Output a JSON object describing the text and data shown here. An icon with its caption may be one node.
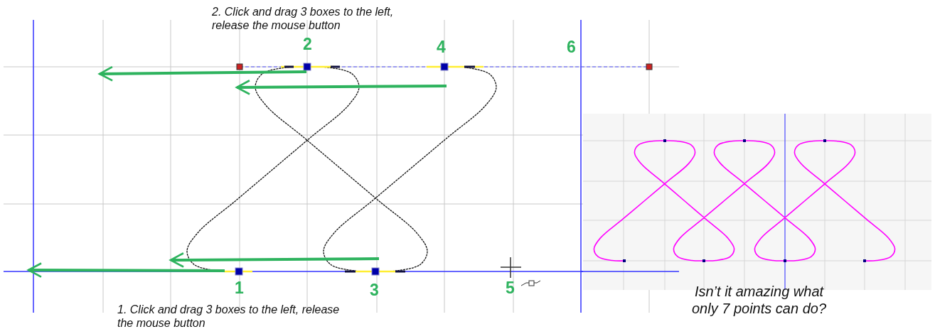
{
  "diagram": {
    "labels": [
      "2. Click and drag 3 boxes to the left, release the mouse button",
      "2",
      "4",
      "6",
      "1",
      "3",
      "5",
      "Isn’t it amazing what only 7 points can do?",
      "1. Click and drag 3 boxes to the left, release the mouse button"
    ]
  }
}
